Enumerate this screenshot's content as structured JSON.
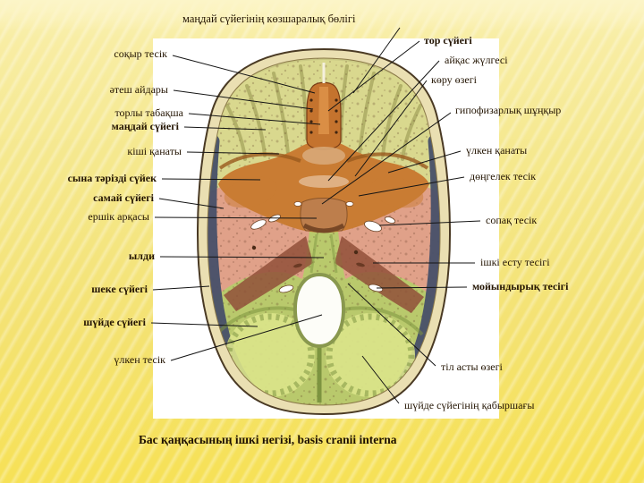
{
  "slide": {
    "top_label": {
      "text": "маңдай сүйегінің көзшаралық бөлігі"
    },
    "caption": {
      "text": "Бас қаңқасының ішкі негізі, basis cranii interna"
    },
    "labels_left": [
      {
        "text": "соқыр тесік",
        "bold": false
      },
      {
        "text": "әтеш айдары",
        "bold": false
      },
      {
        "text": "торлы табақша",
        "bold": false
      },
      {
        "text": "маңдай сүйегі",
        "bold": true
      },
      {
        "text": "кіші қанаты",
        "bold": false
      },
      {
        "text": "сына тәрізді сүйек",
        "bold": true
      },
      {
        "text": "самай сүйегі",
        "bold": true
      },
      {
        "text": "ершік арқасы",
        "bold": false
      },
      {
        "text": "ылди",
        "bold": true
      },
      {
        "text": "шеке сүйегі",
        "bold": true
      },
      {
        "text": "шүйде сүйегі",
        "bold": true
      },
      {
        "text": "үлкен тесік",
        "bold": false
      }
    ],
    "labels_right": [
      {
        "text": "тор сүйегі",
        "bold": true
      },
      {
        "text": "айқас жүлгесі",
        "bold": false
      },
      {
        "text": "көру өзегі",
        "bold": false
      },
      {
        "text": "гипофизарлық шұңқыр",
        "bold": false
      },
      {
        "text": "үлкен қанаты",
        "bold": false
      },
      {
        "text": "дөңгелек тесік",
        "bold": false
      },
      {
        "text": "сопақ тесік",
        "bold": false
      },
      {
        "text": "ішкі есту тесігі",
        "bold": false
      },
      {
        "text": "мойындырық тесігі",
        "bold": true
      },
      {
        "text": "тіл асты өзегі",
        "bold": false
      },
      {
        "text": "шүйде сүйегінің қабыршағы",
        "bold": false
      }
    ],
    "colors": {
      "background_yellow": "#f4e272",
      "label_text": "#231402",
      "frontal_bone": "#d9d88e",
      "sphenoid_orange": "#c97c33",
      "temporal_pink": "#e0a189",
      "occipital_green": "#b9c96c",
      "skull_rim_cream": "#eadfb2",
      "inner_shadow_slate": "#475069",
      "foramen_white": "#fdfdf8"
    }
  }
}
